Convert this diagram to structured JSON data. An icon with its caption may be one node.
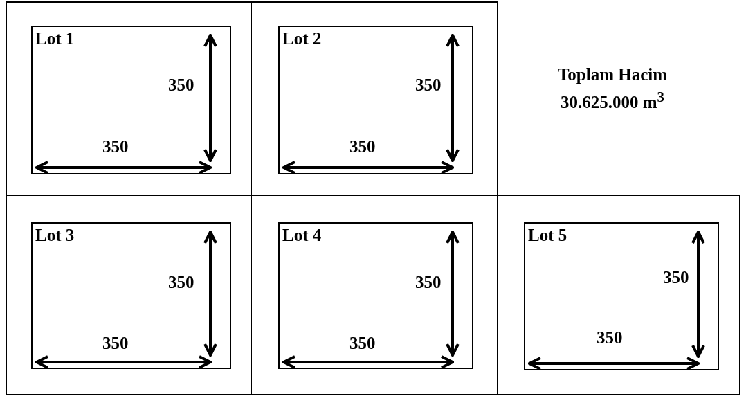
{
  "diagram": {
    "nodes": [
      {
        "text": [],
        "shape": "box"
      },
      {
        "text": [
          "Lot 1"
        ],
        "in": 0
      },
      {
        "text": [],
        "shape": "box"
      },
      {
        "text": [
          "Lot 2"
        ],
        "in": 2
      },
      {
        "text": [],
        "shape": "box"
      },
      {
        "text": [
          "Lot 3"
        ],
        "in": 4
      },
      {
        "text": [],
        "shape": "box"
      },
      {
        "text": [
          "Lot 4"
        ],
        "in": 6
      },
      {
        "text": [],
        "shape": "box"
      },
      {
        "text": [
          "Lot 5"
        ],
        "in": 8
      }
    ],
    "edges": [],
    "labels": [
      "350",
      "350",
      "350",
      "350",
      "Toplam Hacim 30.625.000 m$^{3}$",
      "350",
      "350",
      "350",
      "350",
      "350",
      "350"
    ]
  }
}
